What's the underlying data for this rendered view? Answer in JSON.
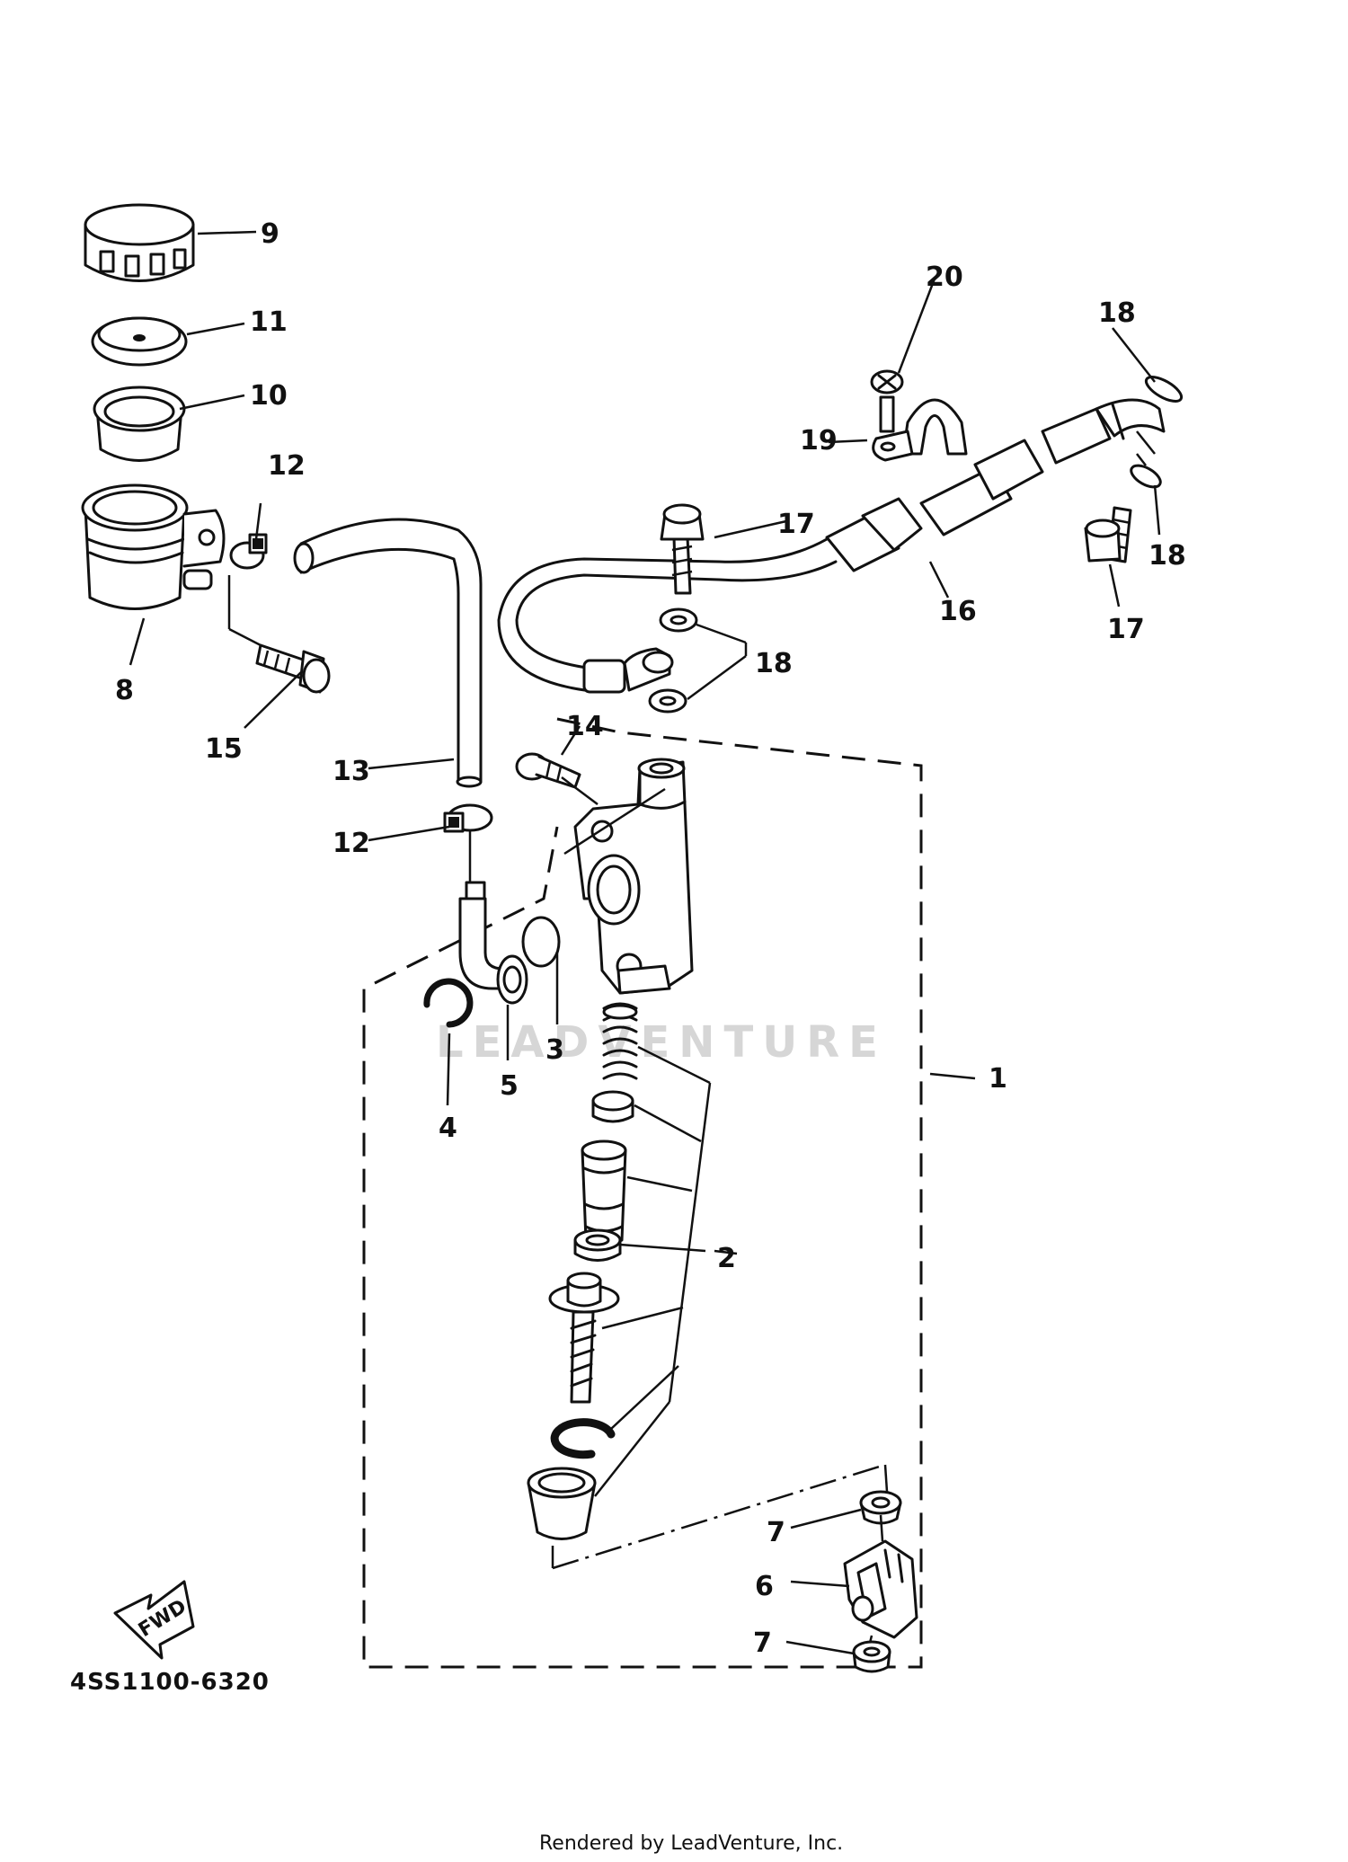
{
  "diagram": {
    "part_code": "4SS1100-6320",
    "fwd_label": "FWD",
    "watermark": "LEADVENTURE",
    "footer": "Rendered by LeadVenture, Inc.",
    "callouts": [
      "1",
      "2",
      "3",
      "4",
      "5",
      "6",
      "7",
      "7",
      "8",
      "9",
      "10",
      "11",
      "12",
      "12",
      "13",
      "14",
      "15",
      "16",
      "17",
      "17",
      "18",
      "18",
      "18",
      "19",
      "20"
    ]
  }
}
